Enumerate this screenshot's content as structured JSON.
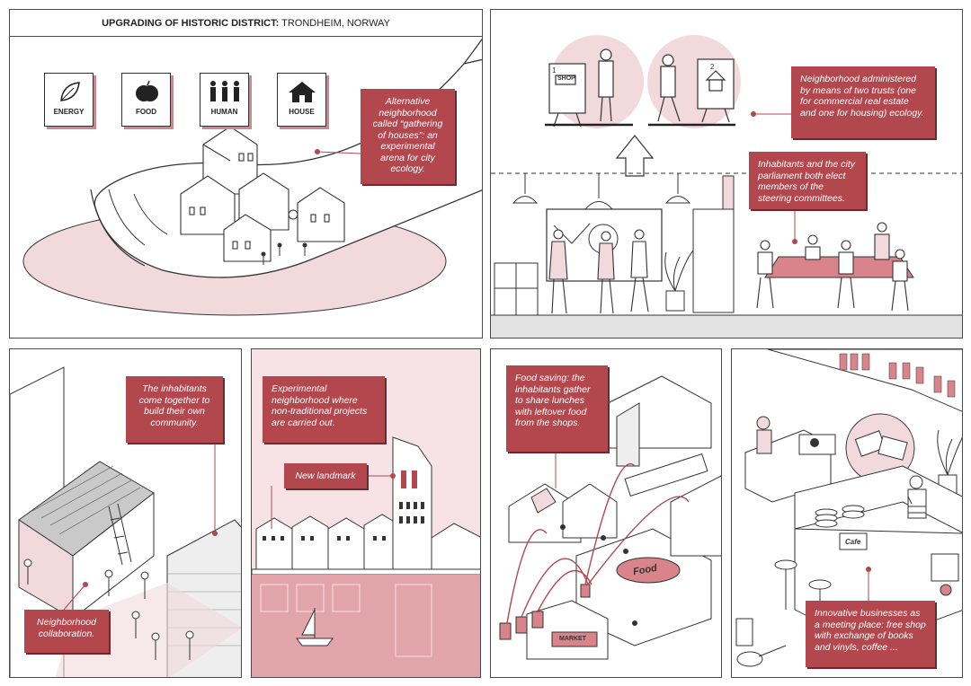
{
  "title": {
    "bold": "UPGRADING OF HISTORIC DISTRICT:",
    "rest": " TRONDHEIM, NORWAY"
  },
  "icons": [
    {
      "label": "ENERGY",
      "icon": "leaf-icon"
    },
    {
      "label": "FOOD",
      "icon": "apple-icon"
    },
    {
      "label": "HUMAN",
      "icon": "people-icon"
    },
    {
      "label": "HOUSE",
      "icon": "house-icon"
    }
  ],
  "callouts": {
    "alternative": "Alternative neighborhood called “gathering of houses”: an experimental arena for city ecology.",
    "trusts": "Neighborhood administered by means of two trusts (one for commercial real estate and one for housing) ecology.",
    "parliament": "Inhabitants and the city parliament both elect members of the steering committees.",
    "community": "The inhabitants come together to build their own community.",
    "collaboration": "Neighborhood collaboration.",
    "experimental": "Experimental neighborhood where non-traditional projects are carried out.",
    "landmark": "New landmark",
    "food_saving": "Food saving: the inhabitants gather to share lunches with leftover food from the shops.",
    "innovative": "Innovative businesses as a meeting place: free shop with exchange of books and vinyls, coffee ..."
  },
  "signs": {
    "shop": "SHOP",
    "num1": "1",
    "num2": "2",
    "food": "Food",
    "market": "MARKET",
    "cafe": "Cafe"
  },
  "colors": {
    "accent": "#b3474e",
    "accent_light": "#f2d9dc",
    "line": "#333333"
  }
}
